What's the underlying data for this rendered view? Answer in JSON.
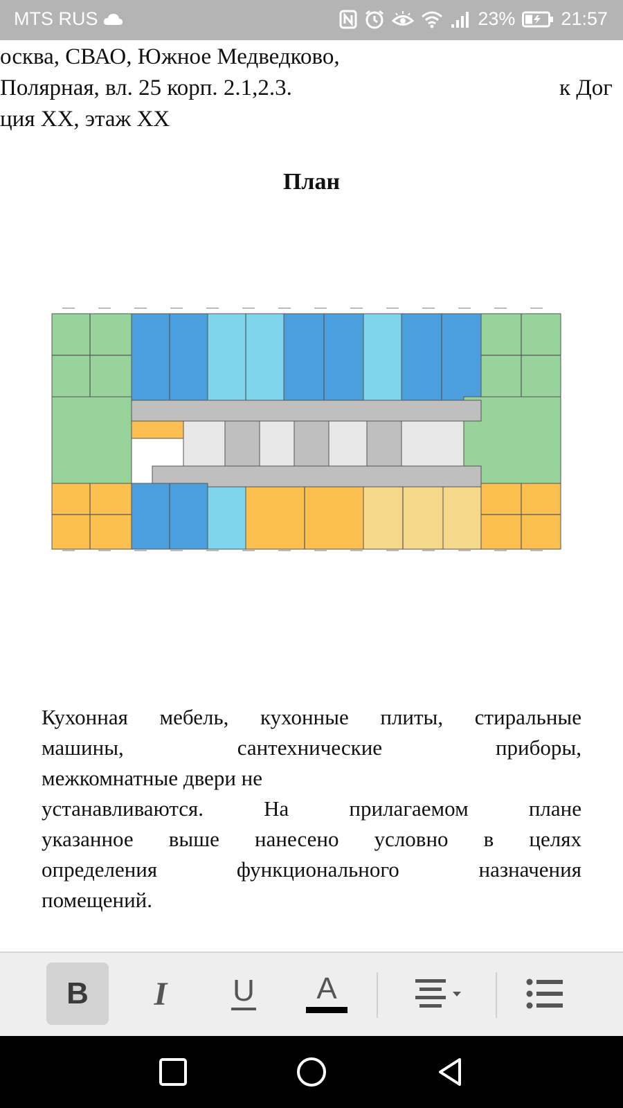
{
  "status_bar": {
    "carrier": "MTS RUS",
    "battery": "23%",
    "time": "21:57",
    "icons": [
      "cloud-icon",
      "nfc-icon",
      "alarm-icon",
      "eye-comfort-icon",
      "wifi-icon",
      "signal-icon",
      "battery-icon"
    ]
  },
  "document": {
    "address_lines": [
      "осква, СВАО, Южное Медведково,",
      "Полярная, вл. 25 корп. 2.1,2.3.",
      "к Дог",
      "ция XX, этаж XX"
    ],
    "heading": "План",
    "paragraph_lines": [
      "Кухонная мебель, кухонные плиты, стиральные",
      "машины, сантехнические приборы,",
      "межкомнатные двери не",
      "устанавливаются. На прилагаемом плане",
      "указанное выше нанесено условно в целях",
      "определения функционального назначения",
      "помещений."
    ]
  },
  "floor_plan": {
    "colors": {
      "green": "#97d39a",
      "blue": "#4b9fdc",
      "light_blue": "#7fd6ec",
      "orange": "#fbc04f",
      "sand": "#f5d889",
      "corridor": "#bfbfbf",
      "wall": "#555555"
    }
  },
  "toolbar": {
    "bold": "B",
    "italic": "I",
    "underline": "U",
    "font_color": "A",
    "colors": {
      "active_bg": "#d2d2d2",
      "text_color_bar": "#000000"
    }
  },
  "nav_bar": {
    "icons": [
      "recents-square-icon",
      "home-circle-icon",
      "back-triangle-icon"
    ]
  }
}
